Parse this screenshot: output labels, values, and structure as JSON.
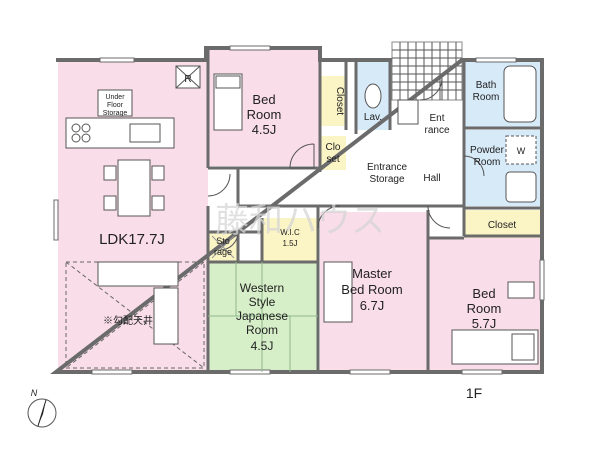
{
  "floor_label": "1F",
  "compass": {
    "north": "N"
  },
  "watermark": "藤和ハウス",
  "colors": {
    "ldk": "#f9dde8",
    "bedroom": "#f9dde8",
    "japanese": "#d7efc9",
    "storage": "#fbf4c5",
    "wet": "#d7eaf8",
    "hall": "#ffffff",
    "wall": "#6b6b6b"
  },
  "rooms": {
    "ldk": {
      "name": "LDK17.7J",
      "note": "※勾配天井",
      "underfloor": [
        "Under",
        "Floor",
        "Storage"
      ],
      "r_mark": "R"
    },
    "bedroom_top": {
      "name": "Bed",
      "name2": "Room",
      "size": "4.5J"
    },
    "closet_top": {
      "name": "Closet"
    },
    "closet_small": {
      "line1": "Clo",
      "line2": "set"
    },
    "lav": {
      "name": "Lav."
    },
    "entrance": {
      "line1": "Ent",
      "line2": "rance"
    },
    "entrance_storage": {
      "line1": "Entrance",
      "line2": "Storage"
    },
    "hall": {
      "name": "Hall"
    },
    "bath": {
      "line1": "Bath",
      "line2": "Room"
    },
    "powder": {
      "line1": "Powder",
      "line2": "Room",
      "w_mark": "W"
    },
    "closet_right": {
      "name": "Closet"
    },
    "storage": {
      "line1": "Sto",
      "line2": "rage"
    },
    "wic": {
      "line1": "W.I.C",
      "line2": "1.5J"
    },
    "japanese": {
      "line1": "Western",
      "line2": "Style",
      "line3": "Japanese",
      "line4": "Room",
      "size": "4.5J"
    },
    "master": {
      "line1": "Master",
      "line2": "Bed Room",
      "size": "6.7J"
    },
    "bed_right": {
      "line1": "Bed",
      "line2": "Room",
      "size": "5.7J"
    }
  }
}
